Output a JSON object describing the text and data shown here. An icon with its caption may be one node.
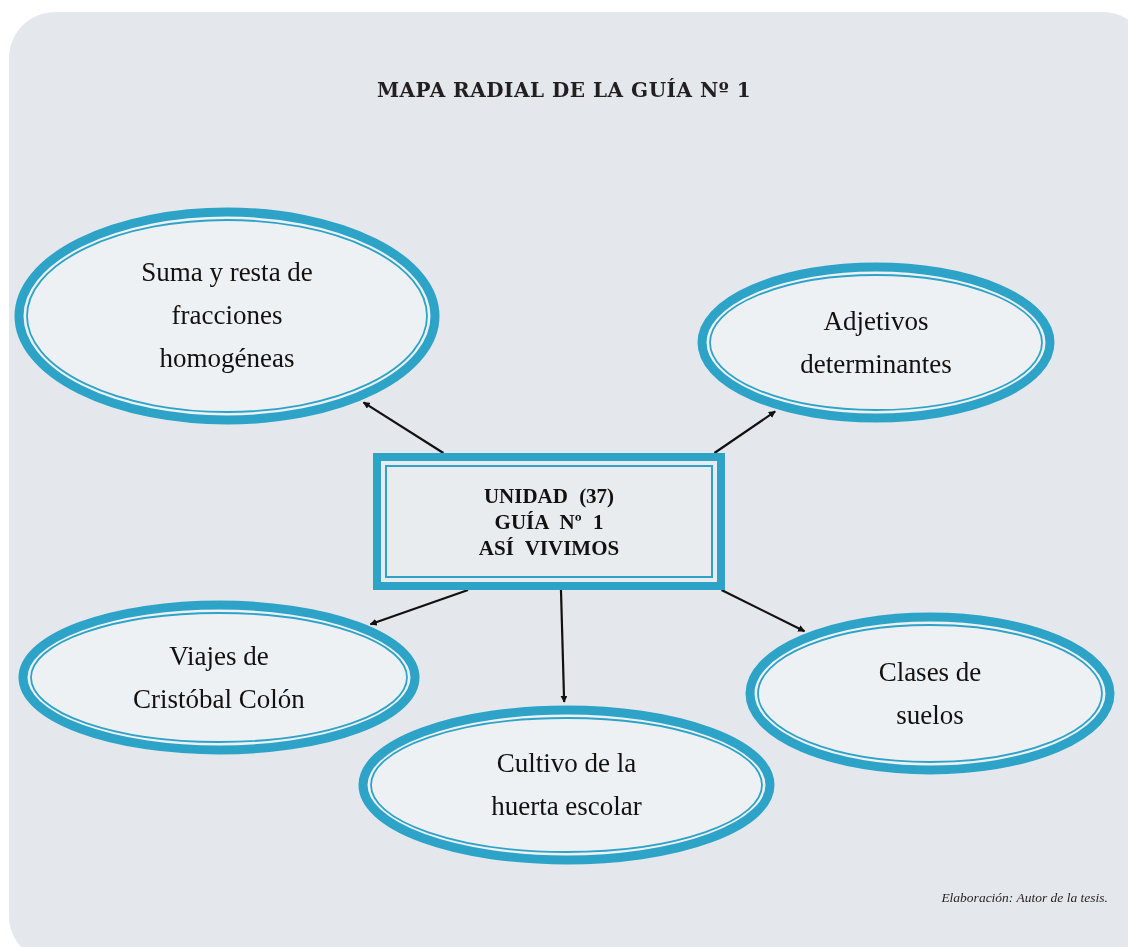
{
  "diagram": {
    "title": "MAPA RADIAL DE LA GUÍA Nº 1",
    "caption": "Elaboración: Autor de la tesis.",
    "nodes": [
      {
        "text": [
          "UNIDAD (37) GUÍA Nº 1 ASÍ VIVIMOS"
        ]
      },
      {
        "text": [
          "Suma y resta de fracciones homogéneas"
        ]
      },
      {
        "text": [
          "Adjetivos determinantes"
        ]
      },
      {
        "text": [
          "Viajes de Cristóbal Colón"
        ]
      },
      {
        "text": [
          "Cultivo de la huerta escolar"
        ]
      },
      {
        "text": [
          "Clases de suelos"
        ]
      }
    ],
    "edges": [
      {
        "from": 0,
        "to": 1,
        "arrow": "to"
      },
      {
        "from": 0,
        "to": 2,
        "arrow": "to"
      },
      {
        "from": 0,
        "to": 3,
        "arrow": "to"
      },
      {
        "from": 0,
        "to": 4,
        "arrow": "to"
      },
      {
        "from": 0,
        "to": 5,
        "arrow": "to"
      }
    ]
  }
}
